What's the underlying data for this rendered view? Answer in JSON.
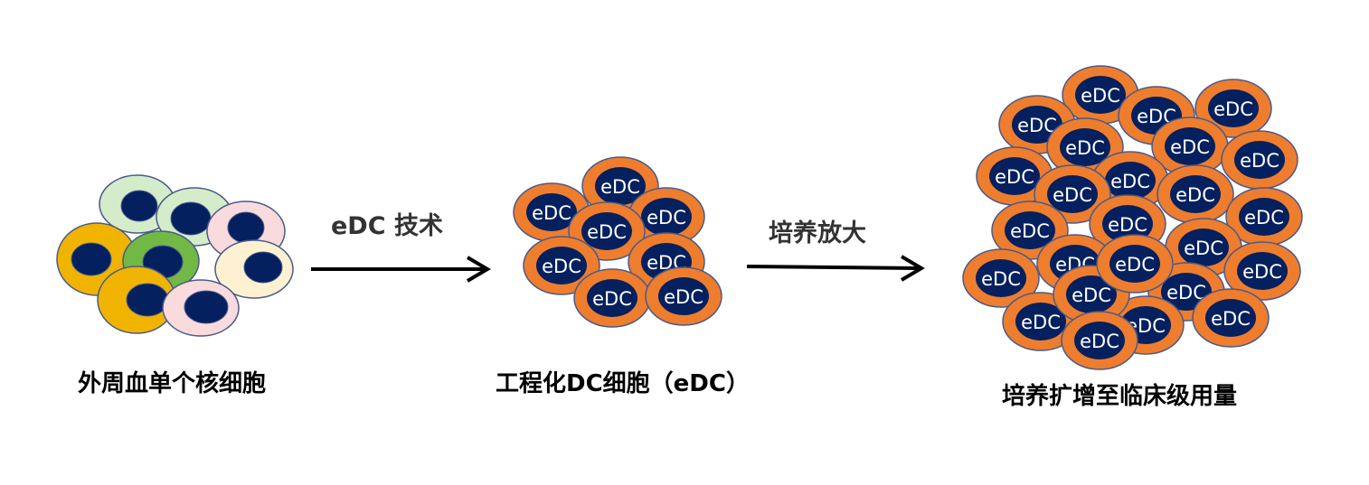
{
  "stages": [
    {
      "caption": "外周血单个核细胞"
    },
    {
      "caption": "工程化DC细胞（eDC）"
    },
    {
      "caption": "培养扩增至临床级用量"
    }
  ],
  "arrows": [
    {
      "label": "eDC 技术"
    },
    {
      "label": "培养放大"
    }
  ],
  "cell_label": "eDC",
  "colors": {
    "nucleus": "#05205e",
    "edc_cytoplasm": "#ee7d2e",
    "outline": "#4a5a8a",
    "pbmc_light_green": "#d4ecc9",
    "pbmc_green": "#72b845",
    "pbmc_pink": "#f9dadd",
    "pbmc_yellow": "#f0b400",
    "pbmc_cream": "#fdf1d2"
  }
}
